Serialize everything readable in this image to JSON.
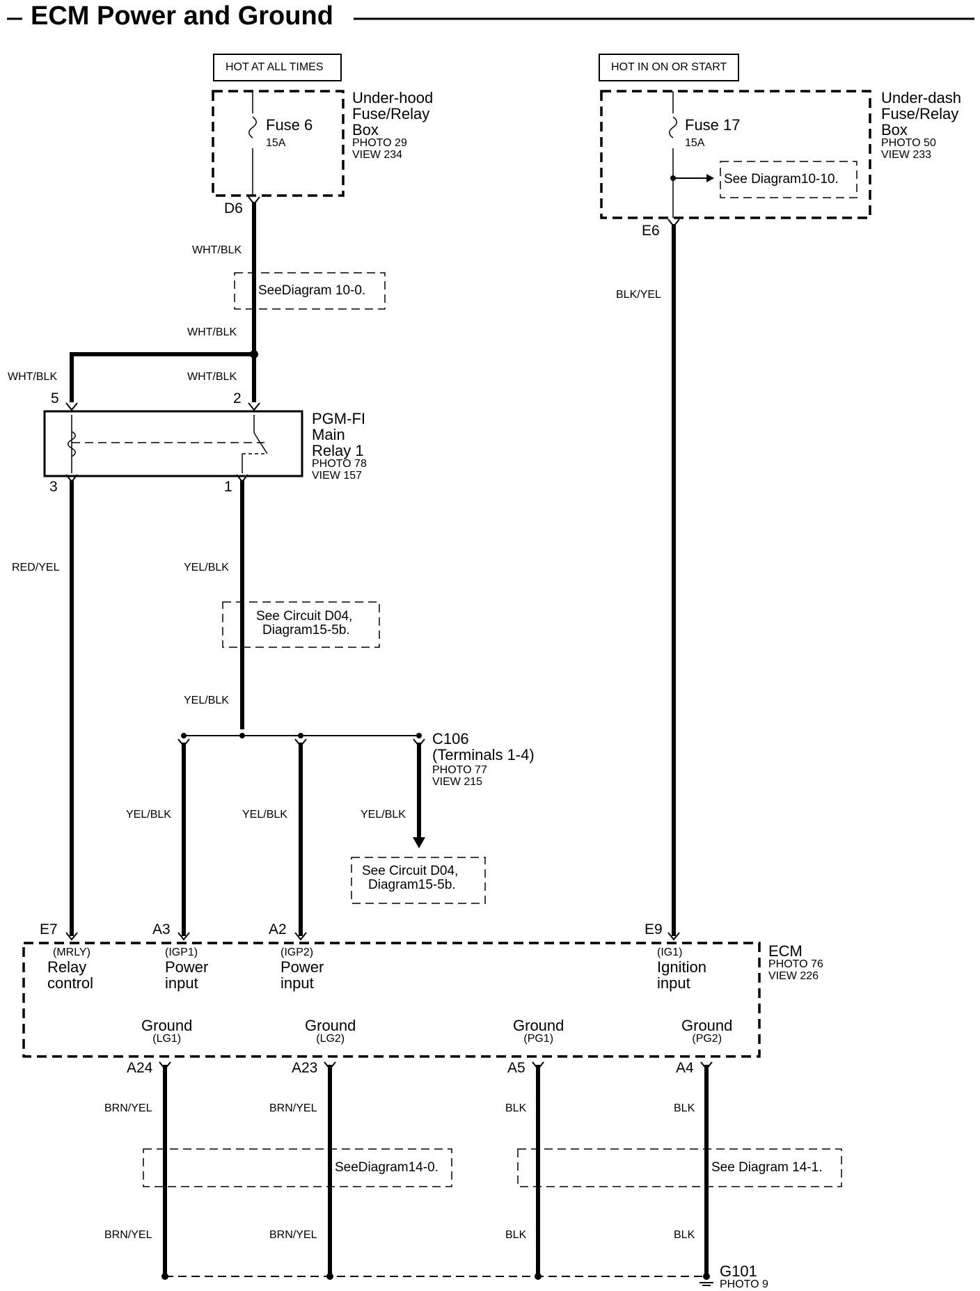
{
  "title": "ECM Power and Ground",
  "colors": {
    "ink": "#000000",
    "background": "#ffffff"
  },
  "power_sources": [
    {
      "label": "HOT AT ALL TIMES"
    },
    {
      "label": "HOT IN ON OR START"
    }
  ],
  "boxes": {
    "underhood": {
      "name_l1": "Under-hood",
      "name_l2": "Fuse/Relay",
      "name_l3": "Box",
      "photo": "PHOTO 29",
      "view": "VIEW 234"
    },
    "underdash": {
      "name_l1": "Under-dash",
      "name_l2": "Fuse/Relay",
      "name_l3": "Box",
      "photo": "PHOTO 50",
      "view": "VIEW 233"
    }
  },
  "fuses": {
    "f6": {
      "name": "Fuse 6",
      "rating": "15A"
    },
    "f17": {
      "name": "Fuse 17",
      "rating": "15A"
    }
  },
  "terminals": {
    "d6": "D6",
    "e6": "E6",
    "r5": "5",
    "r2": "2",
    "r3": "3",
    "r1": "1",
    "e7": "E7",
    "a3": "A3",
    "a2": "A2",
    "e9": "E9",
    "a24": "A24",
    "a23": "A23",
    "a5": "A5",
    "a4": "A4"
  },
  "wires": {
    "w1": "WHT/BLK",
    "w2": "WHT/BLK",
    "w3": "WHT/BLK",
    "w4": "WHT/BLK",
    "w5": "BLK/YEL",
    "w6": "RED/YEL",
    "w7": "YEL/BLK",
    "w8": "YEL/BLK",
    "w9": "YEL/BLK",
    "w10": "YEL/BLK",
    "w11": "YEL/BLK",
    "w12": "BRN/YEL",
    "w13": "BRN/YEL",
    "w14": "BLK",
    "w15": "BLK",
    "w16": "BRN/YEL",
    "w17": "BRN/YEL",
    "w18": "BLK",
    "w19": "BLK"
  },
  "references": {
    "ref1": "See Diagram10-10.",
    "ref2": "SeeDiagram 10-0.",
    "ref3_l1": "See Circuit D04,",
    "ref3_l2": "Diagram15-5b.",
    "ref4_l1": "See Circuit D04,",
    "ref4_l2": "Diagram15-5b.",
    "ref5": "SeeDiagram14-0.",
    "ref6": "See Diagram 14-1."
  },
  "relay": {
    "name_l1": "PGM-FI",
    "name_l2": "Main",
    "name_l3": "Relay 1",
    "photo": "PHOTO 78",
    "view": "VIEW 157"
  },
  "connector": {
    "name": "C106",
    "terminals": "(Terminals 1-4)",
    "photo": "PHOTO 77",
    "view": "VIEW 215"
  },
  "ecm": {
    "name": "ECM",
    "photo": "PHOTO 76",
    "view": "VIEW 226",
    "inputs": [
      {
        "code": "(MRLY)",
        "l1": "Relay",
        "l2": "control"
      },
      {
        "code": "(IGP1)",
        "l1": "Power",
        "l2": "input"
      },
      {
        "code": "(IGP2)",
        "l1": "Power",
        "l2": "input"
      },
      {
        "code": "(IG1)",
        "l1": "Ignition",
        "l2": "input"
      }
    ],
    "grounds": [
      {
        "label": "Ground",
        "code": "(LG1)"
      },
      {
        "label": "Ground",
        "code": "(LG2)"
      },
      {
        "label": "Ground",
        "code": "(PG1)"
      },
      {
        "label": "Ground",
        "code": "(PG2)"
      }
    ]
  },
  "ground_point": {
    "name": "G101",
    "photo": "PHOTO 9"
  }
}
